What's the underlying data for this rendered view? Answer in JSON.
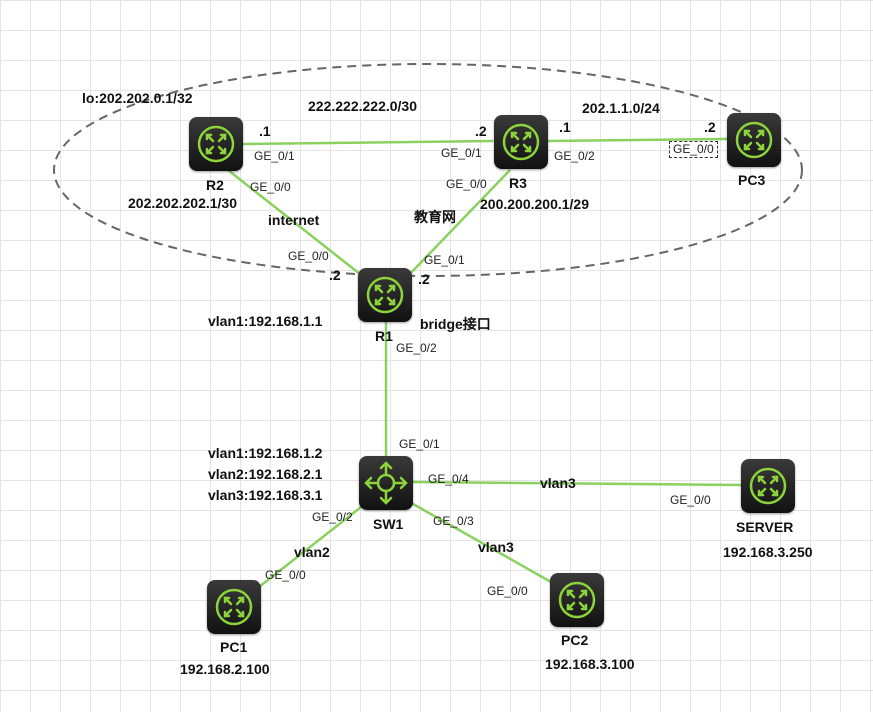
{
  "devices": {
    "r2": {
      "name": "R2",
      "port_ge01": "GE_0/1",
      "port_ge00": "GE_0/0"
    },
    "r3": {
      "name": "R3",
      "port_ge01": "GE_0/1",
      "port_ge02": "GE_0/2",
      "port_ge00": "GE_0/0"
    },
    "pc3": {
      "name": "PC3",
      "port_ge00": "GE_0/0"
    },
    "r1": {
      "name": "R1",
      "port_ge00": "GE_0/0",
      "port_ge01": "GE_0/1",
      "port_ge02": "GE_0/2"
    },
    "sw1": {
      "name": "SW1",
      "port_ge01": "GE_0/1",
      "port_ge02": "GE_0/2",
      "port_ge03": "GE_0/3",
      "port_ge04": "GE_0/4"
    },
    "server": {
      "name": "SERVER",
      "ip": "192.168.3.250",
      "port_ge00": "GE_0/0"
    },
    "pc1": {
      "name": "PC1",
      "ip": "192.168.2.100",
      "port_ge00": "GE_0/0"
    },
    "pc2": {
      "name": "PC2",
      "ip": "192.168.3.100",
      "port_ge00": "GE_0/0"
    }
  },
  "labels": {
    "lo": "lo:202.202.0.1/32",
    "net_r2_r3": "222.222.222.0/30",
    "net_r3_pc3": "202.1.1.0/24",
    "r2_left_dot": ".1",
    "r3_left_dot": ".2",
    "r3_right_dot": ".1",
    "pc3_dot": ".2",
    "r2_wan": "202.202.202.1/30",
    "r3_wan": "200.200.200.1/29",
    "internet": "internet",
    "edu_net": "教育网",
    "r1_left_dot": ".2",
    "r1_right_dot": ".2",
    "r1_vlan1": "vlan1:192.168.1.1",
    "bridge": "bridge接口",
    "sw_vlan1": "vlan1:192.168.1.2",
    "sw_vlan2": "vlan2:192.168.2.1",
    "sw_vlan3": "vlan3:192.168.3.1",
    "link_sw_server": "vlan3",
    "link_sw_pc1": "vlan2",
    "link_sw_pc2": "vlan3"
  },
  "colors": {
    "link": "#8bd15f",
    "icon": "#8cd43a",
    "device_body": "#1a1a1a",
    "ellipse": "#666666"
  }
}
